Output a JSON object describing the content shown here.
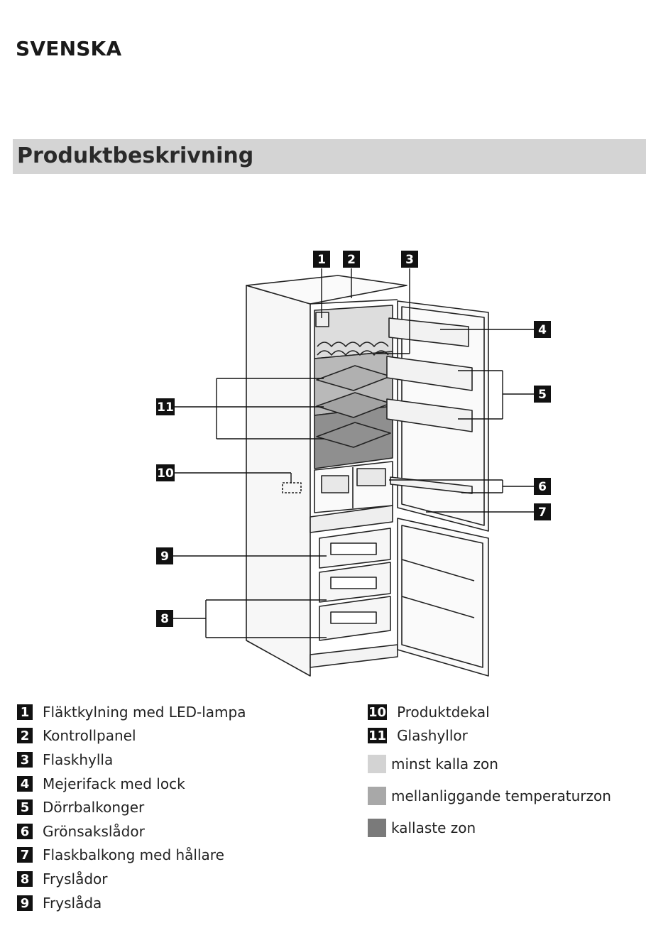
{
  "header": {
    "language": "SVENSKA"
  },
  "section": {
    "title": "Produktbeskrivning"
  },
  "callouts": [
    "1",
    "2",
    "3",
    "4",
    "5",
    "6",
    "7",
    "8",
    "9",
    "10",
    "11"
  ],
  "legend": {
    "left": [
      {
        "num": "1",
        "label": "Fläktkylning med LED-lampa"
      },
      {
        "num": "2",
        "label": "Kontrollpanel"
      },
      {
        "num": "3",
        "label": "Flaskhylla"
      },
      {
        "num": "4",
        "label": "Mejerifack med lock"
      },
      {
        "num": "5",
        "label": "Dörrbalkonger"
      },
      {
        "num": "6",
        "label": "Grönsakslådor"
      },
      {
        "num": "7",
        "label": "Flaskbalkong med hållare"
      },
      {
        "num": "8",
        "label": "Fryslådor"
      },
      {
        "num": "9",
        "label": "Fryslåda"
      }
    ],
    "right": [
      {
        "num": "10",
        "label": "Produktdekal"
      },
      {
        "num": "11",
        "label": "Glashyllor"
      }
    ],
    "zones": [
      {
        "label": "minst kalla zon",
        "color": "#d3d3d3"
      },
      {
        "label": "mellanliggande temperaturzon",
        "color": "#a8a8a8"
      },
      {
        "label": "kallaste zon",
        "color": "#7a7a7a"
      }
    ]
  }
}
